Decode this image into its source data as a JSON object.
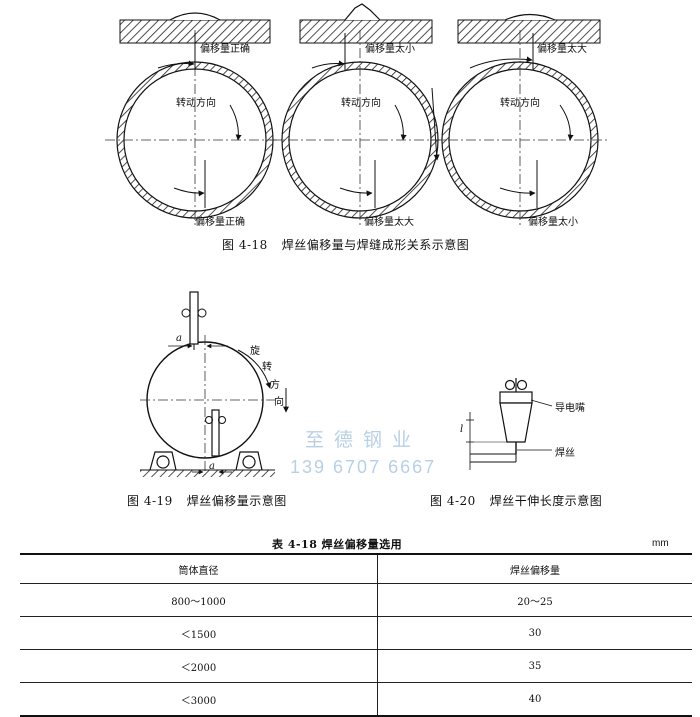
{
  "fig418": {
    "labels_top": [
      "偏移量正确",
      "偏移量太小",
      "偏移量太大"
    ],
    "rotation": "转动方向",
    "labels_bottom": [
      "偏移量正确",
      "偏移量太大",
      "偏移量太小"
    ],
    "caption_num": "图 4-18",
    "caption_text": "焊丝偏移量与焊缝成形关系示意图"
  },
  "fig419": {
    "offset_symbol": "a",
    "rotation_chars": [
      "旋",
      "转",
      "方",
      "向"
    ],
    "caption_num": "图 4-19",
    "caption_text": "焊丝偏移量示意图"
  },
  "fig420": {
    "contact_tip": "导电嘴",
    "wire": "焊丝",
    "length_symbol": "l",
    "caption_num": "图 4-20",
    "caption_text": "焊丝干伸长度示意图"
  },
  "watermark": {
    "company": "至德钢业",
    "phone": "139 6707 6667"
  },
  "table418": {
    "title": "表 4-18   焊丝偏移量选用",
    "unit": "mm",
    "headers": [
      "筒体直径",
      "焊丝偏移量"
    ],
    "rows": [
      [
        "800～1000",
        "20～25"
      ],
      [
        "＜1500",
        "30"
      ],
      [
        "＜2000",
        "35"
      ],
      [
        "＜3000",
        "40"
      ]
    ]
  }
}
